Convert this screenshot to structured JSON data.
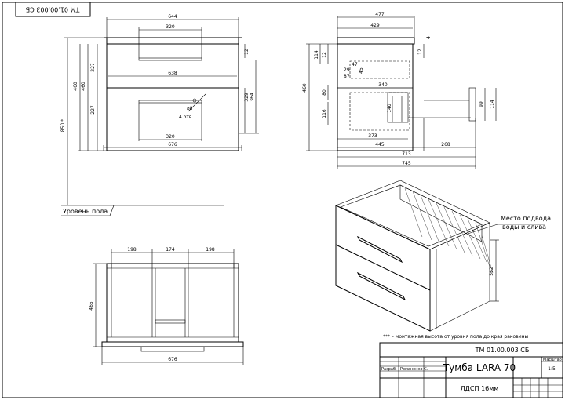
{
  "stamp_code_rotated": "ТМ 01.00.003 СБ",
  "front_view": {
    "width_top": "644",
    "handle_top": "320",
    "inner_width": "638",
    "handle_bottom": "320",
    "overall_width": "676",
    "h_total_outer": "850 *",
    "h_460_a": "460",
    "h_460_b": "460",
    "h_227_a": "227",
    "h_227_b": "227",
    "h_12": "12",
    "h_329": "329",
    "h_364": "364",
    "hole_dia": "⌀8",
    "hole_count": "4 отв.",
    "floor_label": "Уровень пола"
  },
  "side_view": {
    "w_477": "477",
    "w_429": "429",
    "d_4": "4",
    "h_12": "12",
    "h_114": "114",
    "d_47": "47",
    "d_29": "29",
    "d_87": "87",
    "d_45": "45",
    "h_460": "460",
    "h_80": "80",
    "h_116": "116",
    "w_340": "340",
    "h_140": "140",
    "w_373": "373",
    "w_445": "445",
    "w_268": "268",
    "w_713": "713",
    "w_745": "745",
    "h_99": "99",
    "h_114b": "114"
  },
  "top_view": {
    "w_198a": "198",
    "w_174": "174",
    "w_198b": "198",
    "depth_465": "465",
    "overall_width": "676"
  },
  "iso_view": {
    "callout": "Место подвода воды и слива",
    "h_562": "562"
  },
  "footnote": "*** – монтажная высота от уровня пола до края раковины",
  "title_block": {
    "doc_code": "ТМ 01.00.003 СБ",
    "title": "Тумба LARA 70",
    "material": "ЛДСП 16мм",
    "role": "Разраб.",
    "author": "Романенко С.",
    "scale_label": "Масштаб",
    "scale_value": "1:5"
  }
}
